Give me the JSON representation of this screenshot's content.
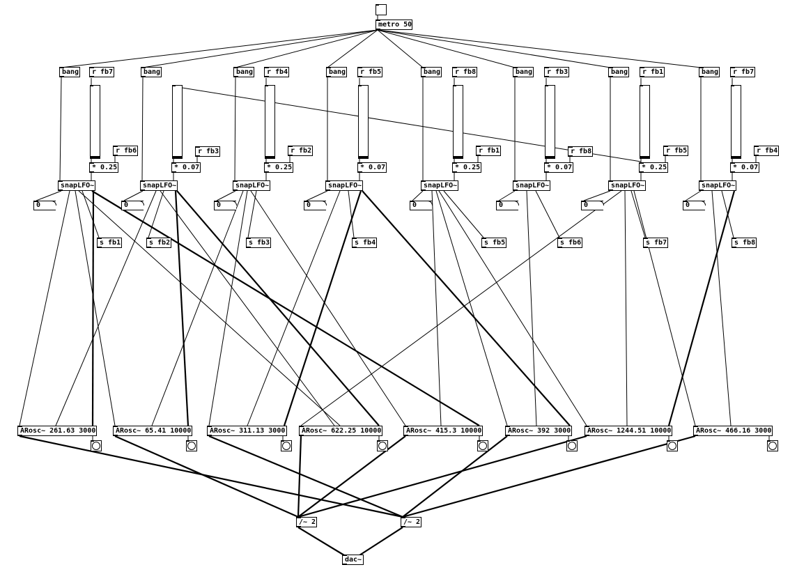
{
  "patch": {
    "toggle_label": "",
    "metro": "metro 50",
    "dac": "dac~",
    "div_a": "/~ 2",
    "div_b": "/~ 2",
    "bang_label": "bang",
    "snap_label": "snapLFO~",
    "number_value": "0",
    "receives": [
      "r fb7",
      "r fb4",
      "r fb5",
      "r fb8",
      "r fb3",
      "r fb1",
      "r fb7"
    ],
    "receive_lower": [
      "r fb6",
      "r fb3",
      "r fb2",
      "r fb1",
      "r fb8",
      "r fb5",
      "r fb4"
    ],
    "multipliers": [
      "* 0.25",
      "* 0.07",
      "* 0.25",
      "* 0.07",
      "* 0.25",
      "* 0.07",
      "* 0.25",
      "* 0.07"
    ],
    "sends": [
      "s fb1",
      "s fb2",
      "s fb3",
      "s fb4",
      "s fb5",
      "s fb6",
      "s fb7",
      "s fb8"
    ],
    "oscs": [
      "ARosc~ 261.63 3000",
      "ARosc~ 65.41 10000",
      "ARosc~ 311.13 3000",
      "ARosc~ 622.25 10000",
      "ARosc~ 415.3 10000",
      "ARosc~ 392 3000",
      "ARosc~ 1244.51 10000",
      "ARosc~ 466.16 3000"
    ],
    "slider_levels": [
      0,
      0,
      0,
      0,
      0,
      0,
      0,
      0
    ]
  }
}
